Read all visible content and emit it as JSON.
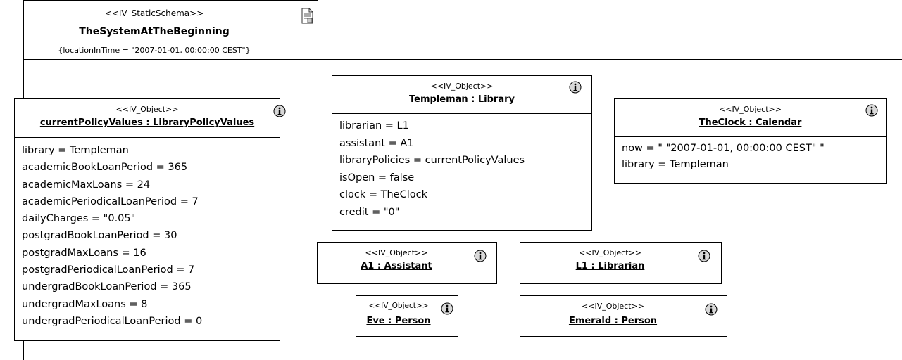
{
  "header": {
    "stereotype": "<<IV_StaticSchema>>",
    "name": "TheSystemAtTheBeginning",
    "constraint": "{locationInTime = \"2007-01-01, 00:00:00 CEST\"}"
  },
  "objects": {
    "policy": {
      "stereotype": "<<IV_Object>>",
      "name": "currentPolicyValues : LibraryPolicyValues",
      "attributes": [
        "library = Templeman",
        "academicBookLoanPeriod = 365",
        "academicMaxLoans = 24",
        "academicPeriodicalLoanPeriod = 7",
        "dailyCharges = \"0.05\"",
        "postgradBookLoanPeriod = 30",
        "postgradMaxLoans = 16",
        "postgradPeriodicalLoanPeriod = 7",
        "undergradBookLoanPeriod = 365",
        "undergradMaxLoans = 8",
        "undergradPeriodicalLoanPeriod = 0"
      ]
    },
    "library": {
      "stereotype": "<<IV_Object>>",
      "name": "Templeman : Library",
      "attributes": [
        "librarian = L1",
        "assistant = A1",
        "libraryPolicies = currentPolicyValues",
        "isOpen = false",
        "clock = TheClock",
        "credit = \"0\""
      ]
    },
    "clock": {
      "stereotype": "<<IV_Object>>",
      "name": "TheClock : Calendar",
      "attributes": [
        "now = \" \"2007-01-01, 00:00:00 CEST\" \"",
        "library = Templeman"
      ]
    },
    "assistant": {
      "stereotype": "<<IV_Object>>",
      "name": "A1 : Assistant"
    },
    "librarian": {
      "stereotype": "<<IV_Object>>",
      "name": "L1 : Librarian"
    },
    "eve": {
      "stereotype": "<<IV_Object>>",
      "name": "Eve : Person"
    },
    "emerald": {
      "stereotype": "<<IV_Object>>",
      "name": "Emerald : Person"
    }
  },
  "icons": {
    "info": "info-icon",
    "document": "document-icon"
  },
  "colors": {
    "icon_fill": "#d8d8d8",
    "line": "#000000",
    "link": "#666666"
  }
}
